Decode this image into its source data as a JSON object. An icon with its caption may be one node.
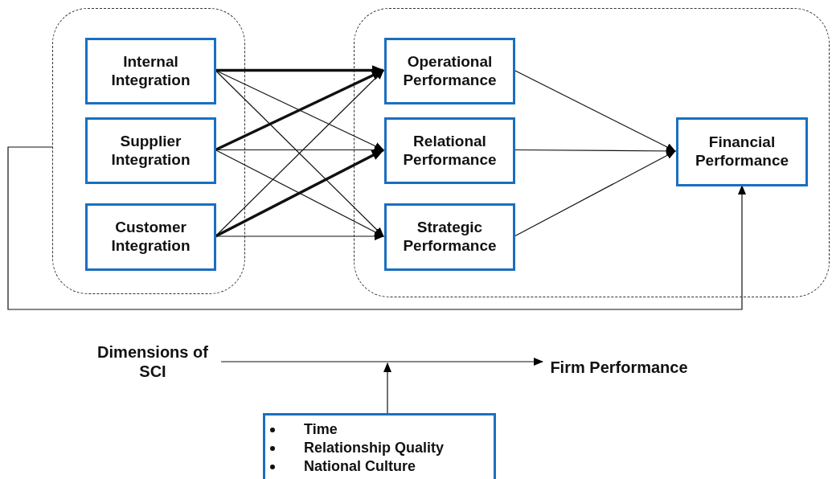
{
  "diagram": {
    "nodes": [
      {
        "text": [],
        "shape": "box"
      },
      {
        "text": [
          "Internal Integration"
        ],
        "in": 0
      },
      {
        "text": [
          "Supplier Integration"
        ],
        "in": 0
      },
      {
        "text": [
          "Customer Integration"
        ],
        "in": 0
      },
      {
        "text": [],
        "shape": "box"
      },
      {
        "text": [
          "Operational Performance"
        ],
        "in": 4
      },
      {
        "text": [
          "Relational Performance"
        ],
        "in": 4
      },
      {
        "text": [
          "Strategic Performance"
        ],
        "in": 4
      },
      {
        "text": [
          "Financial Performance"
        ],
        "in": 4
      },
      {
        "text": [
          "Dimensions of SCI"
        ]
      },
      {
        "text": [
          "Firm Performance"
        ]
      },
      {
        "text": [
          "Time",
          "Relationship Quality",
          "National Culture"
        ]
      }
    ],
    "edges": [
      {
        "from": 1,
        "to": 5,
        "arrow": "to",
        "style": "thick"
      },
      {
        "from": 1,
        "to": 6,
        "arrow": "to"
      },
      {
        "from": 1,
        "to": 7,
        "arrow": "to"
      },
      {
        "from": 2,
        "to": 5,
        "arrow": "to",
        "style": "thick"
      },
      {
        "from": 2,
        "to": 6,
        "arrow": "to"
      },
      {
        "from": 2,
        "to": 7,
        "arrow": "to"
      },
      {
        "from": 3,
        "to": 5,
        "arrow": "to"
      },
      {
        "from": 3,
        "to": 6,
        "arrow": "to",
        "style": "thick"
      },
      {
        "from": 3,
        "to": 7,
        "arrow": "to"
      },
      {
        "from": 5,
        "to": 8,
        "arrow": "to"
      },
      {
        "from": 6,
        "to": 8,
        "arrow": "to"
      },
      {
        "from": 7,
        "to": 8,
        "arrow": "to"
      },
      {
        "from": 0,
        "to": 8,
        "arrow": "to"
      },
      {
        "from": 9,
        "to": 10,
        "arrow": "to"
      },
      {
        "from": 11,
        "to": null,
        "arrow": "to"
      }
    ]
  }
}
